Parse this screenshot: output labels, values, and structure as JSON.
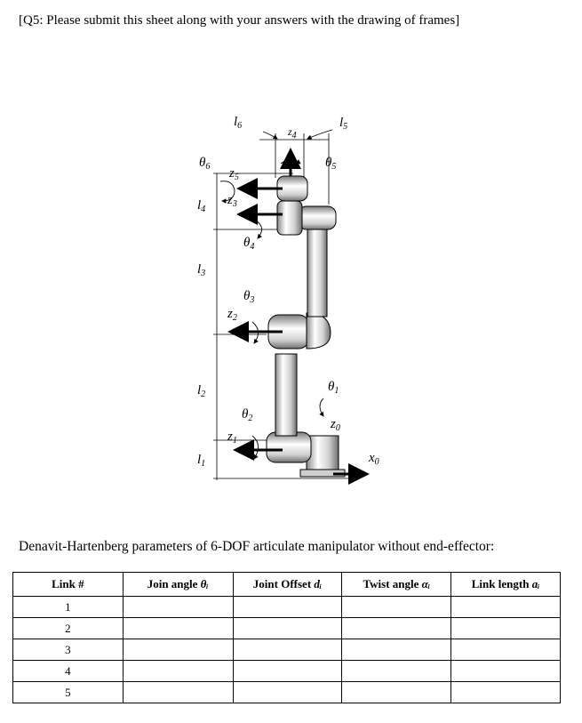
{
  "header": {
    "text": "[Q5: Please submit this sheet along with your answers with the drawing of frames]"
  },
  "figure": {
    "labels": {
      "l6": {
        "base": "l",
        "sub": "6"
      },
      "l5": {
        "base": "l",
        "sub": "5"
      },
      "z4": {
        "base": "z",
        "sub": "4"
      },
      "theta6": {
        "base": "θ",
        "sub": "6"
      },
      "theta5": {
        "base": "θ",
        "sub": "5"
      },
      "z5": {
        "base": "z",
        "sub": "5"
      },
      "z3": {
        "base": "z",
        "sub": "3"
      },
      "l4": {
        "base": "l",
        "sub": "4"
      },
      "theta4": {
        "base": "θ",
        "sub": "4"
      },
      "l3": {
        "base": "l",
        "sub": "3"
      },
      "theta3": {
        "base": "θ",
        "sub": "3"
      },
      "z2": {
        "base": "z",
        "sub": "2"
      },
      "l2": {
        "base": "l",
        "sub": "2"
      },
      "theta1": {
        "base": "θ",
        "sub": "1"
      },
      "theta2": {
        "base": "θ",
        "sub": "2"
      },
      "z0": {
        "base": "z",
        "sub": "0"
      },
      "z1": {
        "base": "z",
        "sub": "1"
      },
      "x0": {
        "base": "x",
        "sub": "0"
      },
      "l1": {
        "base": "l",
        "sub": "1"
      }
    }
  },
  "caption": {
    "text": "Denavit-Hartenberg parameters of 6-DOF articulate manipulator without end-effector:"
  },
  "table": {
    "headers": {
      "link": "Link #",
      "joint_angle": "Join angle ",
      "joint_angle_sym": "θᵢ",
      "joint_offset": "Joint Offset ",
      "joint_offset_sym": "dᵢ",
      "twist_angle": "Twist angle ",
      "twist_angle_sym": "αᵢ",
      "link_length": "Link length ",
      "link_length_sym": "aᵢ"
    },
    "rows": [
      {
        "link": "1"
      },
      {
        "link": "2"
      },
      {
        "link": "3"
      },
      {
        "link": "4"
      },
      {
        "link": "5"
      }
    ]
  }
}
